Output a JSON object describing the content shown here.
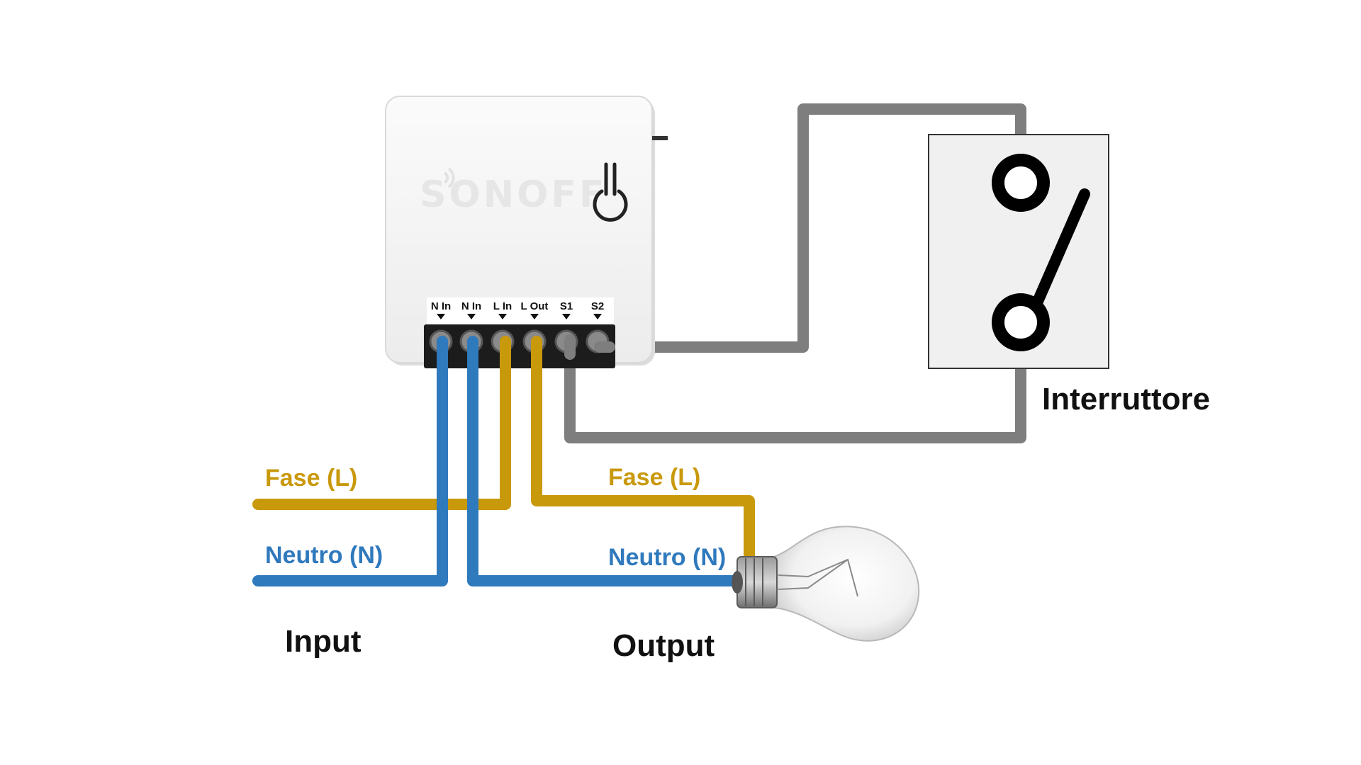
{
  "device": {
    "brand": "SONOFF",
    "terminals": [
      "N In",
      "N In",
      "L In",
      "L Out",
      "S1",
      "S2"
    ]
  },
  "labels": {
    "input_phase": "Fase (L)",
    "input_neutral": "Neutro (N)",
    "output_phase": "Fase (L)",
    "output_neutral": "Neutro (N)",
    "input": "Input",
    "output": "Output",
    "switch": "Interruttore"
  },
  "colors": {
    "phase": "#c9990c",
    "neutral": "#2f79bd",
    "switch_wire": "#7e7e7e",
    "terminal_block": "#1c1c1c",
    "device_body": "#f4f4f4"
  },
  "icons": [
    "wifi-icon",
    "power-icon",
    "light-bulb-icon",
    "switch-icon"
  ]
}
